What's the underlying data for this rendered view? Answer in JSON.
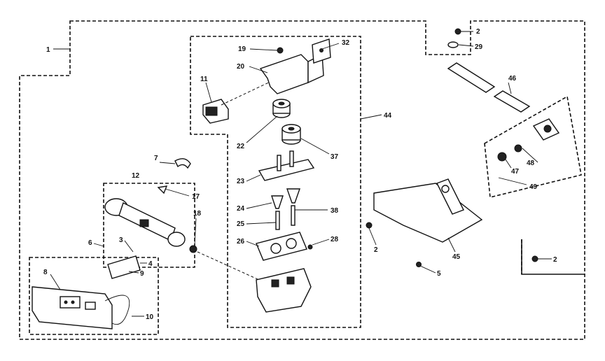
{
  "labels": {
    "l1": "1",
    "l2a": "2",
    "l29": "29",
    "l19": "19",
    "l32": "32",
    "l20": "20",
    "l11": "11",
    "l22": "22",
    "l37": "37",
    "l44": "44",
    "l46": "46",
    "l48": "48",
    "l47": "47",
    "l49": "49",
    "l7": "7",
    "l12": "12",
    "l17": "17",
    "l18": "18",
    "l23": "23",
    "l24": "24",
    "l38": "38",
    "l25": "25",
    "l26": "26",
    "l28": "28",
    "l6": "6",
    "l3": "3",
    "l4": "4",
    "l9": "9",
    "l8": "8",
    "l10": "10",
    "l2b": "2",
    "l5": "5",
    "l45": "45",
    "l2c": "2"
  }
}
